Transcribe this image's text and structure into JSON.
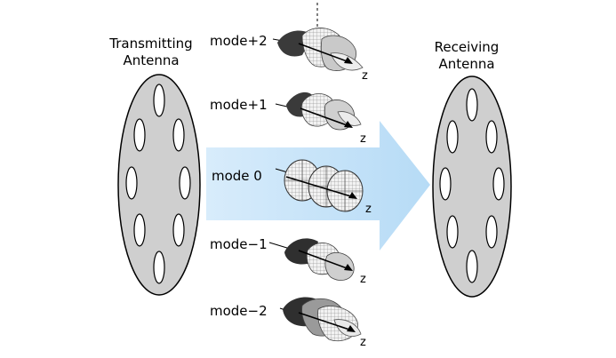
{
  "transmitter": {
    "line1": "Transmitting",
    "line2": "Antenna"
  },
  "receiver": {
    "line1": "Receiving",
    "line2": "Antenna"
  },
  "modes": [
    {
      "label": "mode+2",
      "axis": "z",
      "pattern": "helix"
    },
    {
      "label": "mode+1",
      "axis": "z",
      "pattern": "helix"
    },
    {
      "label": "mode 0",
      "axis": "z",
      "pattern": "planar"
    },
    {
      "label": "mode−1",
      "axis": "z",
      "pattern": "helix"
    },
    {
      "label": "mode−2",
      "axis": "z",
      "pattern": "helix"
    }
  ],
  "colors": {
    "antenna_fill": "#cfcfcf",
    "antenna_stroke": "#000000",
    "arrow_fill": "#c6e2f8",
    "helix_dark": "#3a3a3a",
    "helix_mid": "#8a8a8a",
    "helix_light": "#e0e0e0"
  }
}
